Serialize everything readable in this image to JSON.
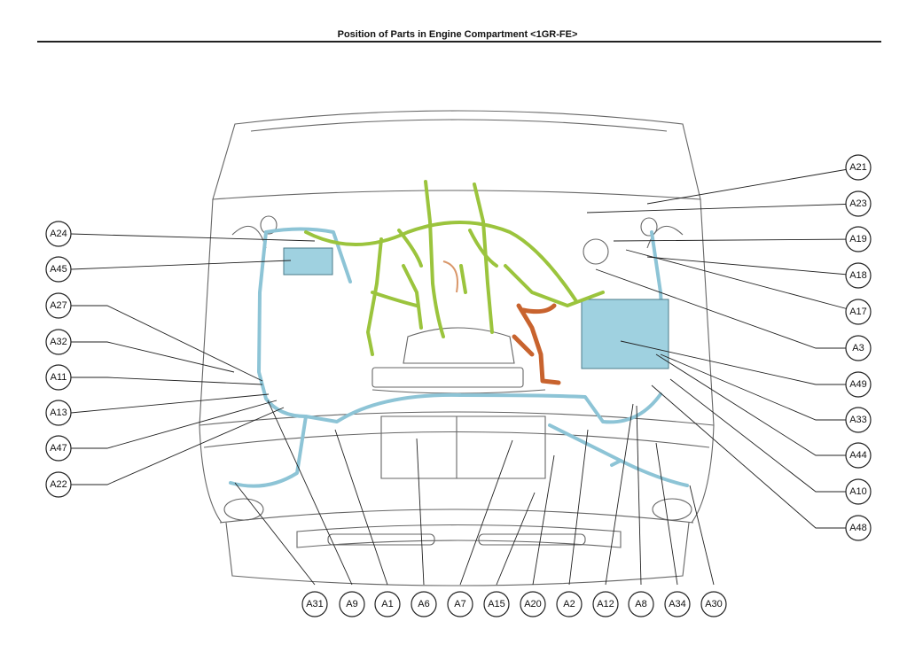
{
  "title": "Position of Parts in Engine Compartment <1GR-FE>",
  "colors": {
    "harness_blue": "#8dc4d6",
    "harness_green": "#9bc43d",
    "harness_orange": "#c8632e",
    "outline": "#666666"
  },
  "callouts_left": [
    "A24",
    "A45",
    "A27",
    "A32",
    "A11",
    "A13",
    "A47",
    "A22"
  ],
  "callouts_right": [
    "A21",
    "A23",
    "A19",
    "A18",
    "A17",
    "A3",
    "A49",
    "A33",
    "A44",
    "A10",
    "A48"
  ],
  "callouts_bottom": [
    "A31",
    "A9",
    "A1",
    "A6",
    "A7",
    "A15",
    "A20",
    "A2",
    "A12",
    "A8",
    "A34",
    "A30"
  ]
}
